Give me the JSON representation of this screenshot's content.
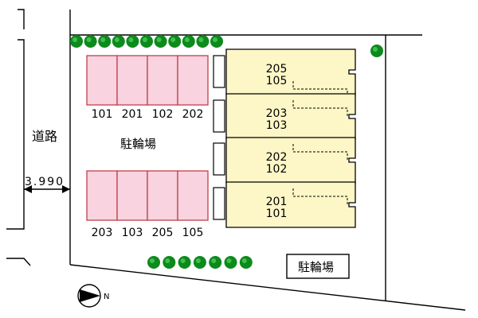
{
  "site_plan": {
    "road_label": "道路",
    "road_width": "3.990",
    "bicycle_parking_center": "駐輪場",
    "bicycle_parking_box": "駐輪場",
    "north_letter": "N",
    "parking_top": [
      "101",
      "201",
      "102",
      "202"
    ],
    "parking_bottom": [
      "203",
      "103",
      "205",
      "105"
    ],
    "buildings": [
      {
        "upper": "205",
        "lower": "105"
      },
      {
        "upper": "203",
        "lower": "103"
      },
      {
        "upper": "202",
        "lower": "102"
      },
      {
        "upper": "201",
        "lower": "101"
      }
    ],
    "colors": {
      "parking_fill": "#f9d3df",
      "parking_stroke": "#c0404a",
      "building_fill": "#fdf6c6",
      "tree": "#0c8a1c",
      "line": "#000000"
    }
  }
}
